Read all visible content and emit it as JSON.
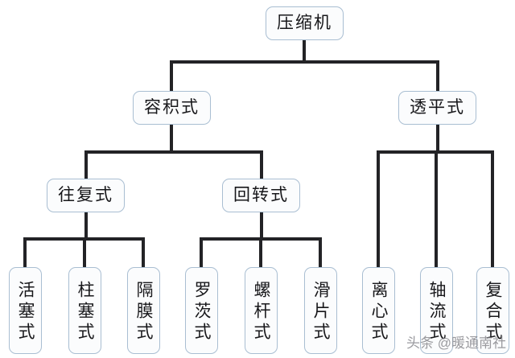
{
  "diagram": {
    "type": "tree",
    "title": "压缩机",
    "orientation": "top-down",
    "edge_color": "#232326",
    "node_border_color": "#a9bed2",
    "node_fill_color": "#fbfcfd",
    "levels": 4,
    "nodes": {
      "root": {
        "label": "压缩机"
      },
      "level2": [
        {
          "label": "容积式"
        },
        {
          "label": "透平式"
        }
      ],
      "level3": [
        {
          "label": "往复式"
        },
        {
          "label": "回转式"
        }
      ],
      "reciprocating_leaves": [
        {
          "label": "活塞式"
        },
        {
          "label": "柱塞式"
        },
        {
          "label": "隔膜式"
        }
      ],
      "rotary_leaves": [
        {
          "label": "罗茨式"
        },
        {
          "label": "螺杆式"
        },
        {
          "label": "滑片式"
        }
      ],
      "turbo_leaves": [
        {
          "label": "离心式"
        },
        {
          "label": "轴流式"
        },
        {
          "label": "复合式"
        }
      ]
    }
  },
  "watermark": {
    "text": "头条 @暖通南社"
  }
}
